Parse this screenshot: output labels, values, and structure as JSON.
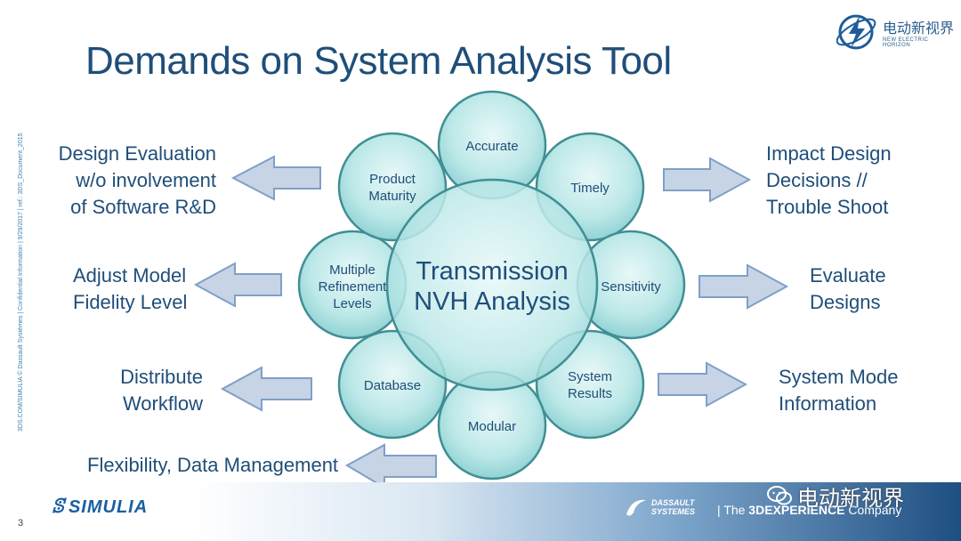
{
  "title": "Demands on System Analysis Tool",
  "side_note": "3DS.COM/SIMULIA © Dassault Systèmes | Confidential Information | 9/29/2017 | ref.: 3DS_Document_2015",
  "logo_top": {
    "cn": "电动新视界",
    "en": "NEW ELECTRIC HORIZON"
  },
  "center": {
    "line1": "Transmission",
    "line2": "NVH Analysis"
  },
  "circles": {
    "accurate": "Accurate",
    "timely": "Timely",
    "sensitivity": "Sensitivity",
    "system_results_1": "System",
    "system_results_2": "Results",
    "modular": "Modular",
    "database": "Database",
    "multiple_1": "Multiple",
    "multiple_2": "Refinement",
    "multiple_3": "Levels",
    "product_1": "Product",
    "product_2": "Maturity"
  },
  "left_labels": {
    "design_eval_1": "Design Evaluation",
    "design_eval_2": "w/o involvement",
    "design_eval_3": "of Software R&D",
    "adjust_1": "Adjust Model",
    "adjust_2": "Fidelity Level",
    "distribute_1": "Distribute",
    "distribute_2": "Workflow",
    "flexibility": "Flexibility, Data Management"
  },
  "right_labels": {
    "impact_1": "Impact Design",
    "impact_2": "Decisions //",
    "impact_3": "Trouble Shoot",
    "evaluate_1": "Evaluate",
    "evaluate_2": "Designs",
    "sysmode_1": "System Mode",
    "sysmode_2": "Information"
  },
  "footer": {
    "page_number": "3",
    "simulia": "SIMULIA",
    "dassault_1": "DASSAULT",
    "dassault_2": "SYSTEMES",
    "tagline_pre": "| The ",
    "tagline_bold": "3DEXPERIENCE",
    "tagline_post": " Company",
    "watermark": "电动新视界"
  },
  "colors": {
    "title": "#1f4e79",
    "circle_fill": "#a9dfe0",
    "circle_stroke": "#3f8f94",
    "arrow_fill": "#c6d4e6",
    "arrow_stroke": "#7f9fc8"
  }
}
